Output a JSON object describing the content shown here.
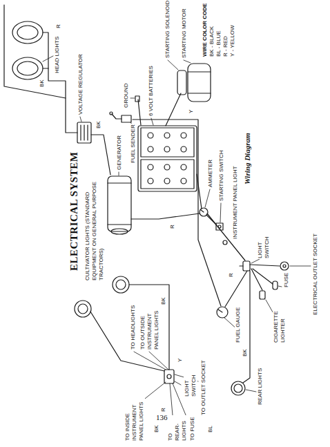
{
  "diagram": {
    "title": "ELECTRICAL SYSTEM",
    "caption": "Wiring Diagram",
    "labels": [
      "CULTIVATOR LIGHTS (STANDARD EQUIPMENT ON GENERAL PURPOSE TRACTORS)",
      "HEAD LIGHTS",
      "VOLTAGE REGULATOR",
      "GENERATOR",
      "FUEL SENDER",
      "GROUND",
      "6 VOLT BATTERIES",
      "STARTING SOLENOID",
      "STARTING MOTOR",
      "AMMETER",
      "STARTING SWITCH",
      "INSTRUMENT PANEL LIGHT",
      "LIGHT SWITCH",
      "ELECTRICAL OUTLET SOCKET",
      "FUSE",
      "CIGARETTE LIGHTER",
      "FUEL GAUGE",
      "REAR LIGHTS",
      "TO HEADLIGHTS",
      "TO OUTSIDE INSTRUMENT PANEL LIGHTS",
      "TO INSIDE INSTRUMENT PANEL LIGHTS",
      "TO REAR- LIGHTS",
      "TO FUSE",
      "LIGHT SWITCH",
      "TO OUTLET SOCKET",
      "136",
      "BK",
      "R",
      "BK",
      "R",
      "Y",
      "R",
      "BK",
      "BK",
      "R",
      "BK",
      "BL",
      "Y"
    ],
    "legend": [
      {
        "text": "WIRE COLOR CODE"
      },
      {
        "text": "BK - BLACK"
      },
      {
        "text": "BL - BLUE"
      },
      {
        "text": "R - RED"
      },
      {
        "text": "Y - YELLOW"
      }
    ]
  }
}
